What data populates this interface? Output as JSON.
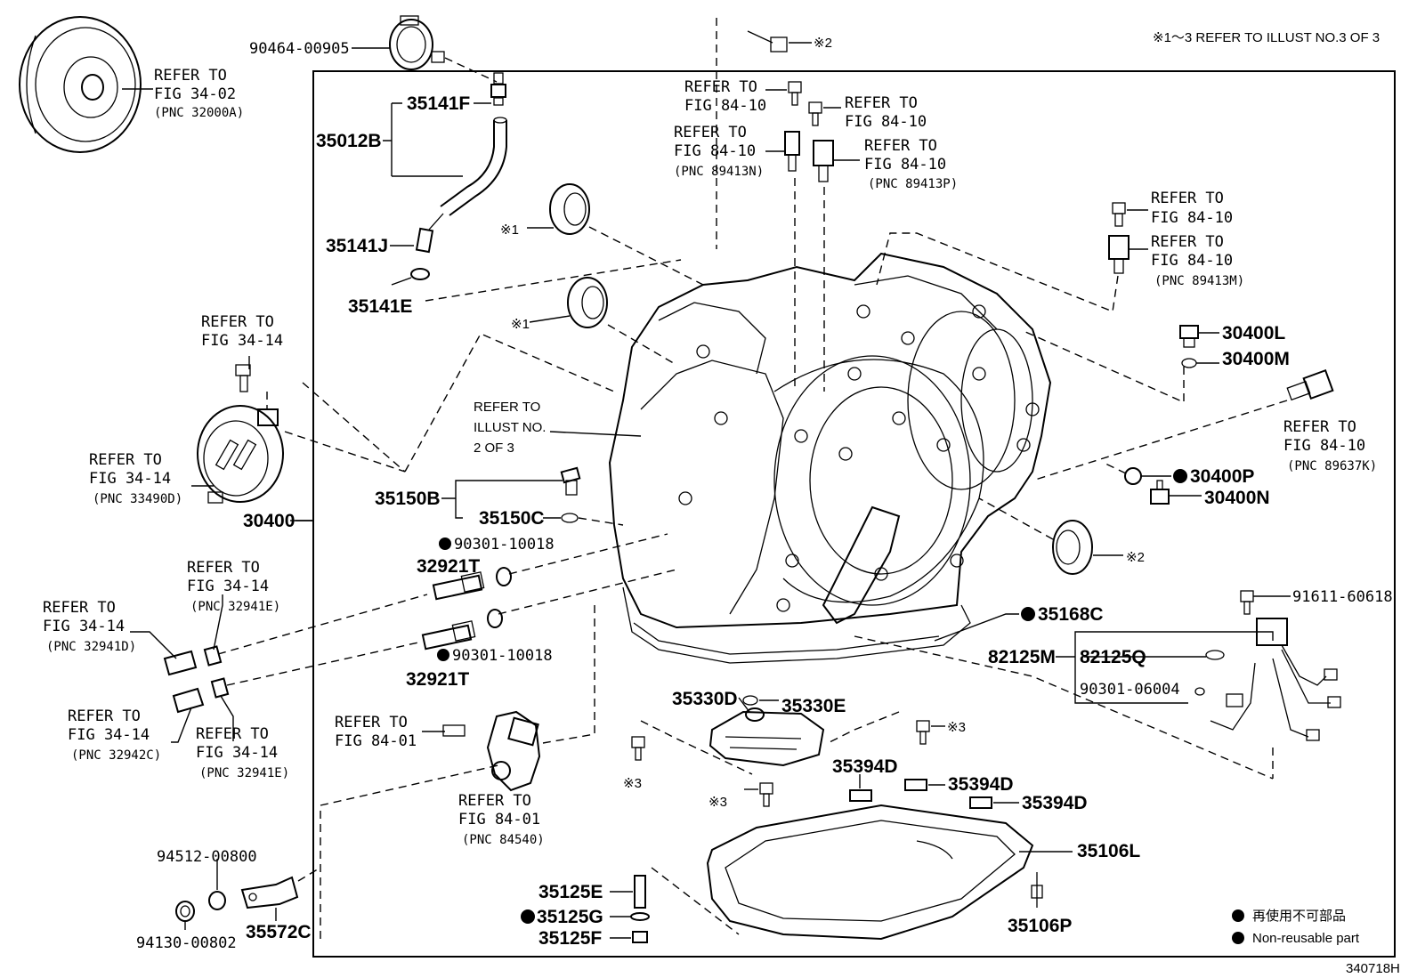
{
  "header_note": "※1～3 REFER TO ILLUST NO.3 OF 3",
  "illustration_code": "340718H",
  "legend": {
    "jp": "再使用不可部品",
    "en": "Non-reusable part"
  },
  "refs": {
    "r1": [
      "REFER TO",
      "FIG 34-02",
      "(PNC 32000A)"
    ],
    "r2": [
      "REFER TO",
      "FIG 84-10"
    ],
    "r3": [
      "REFER TO",
      "FIG 84-10"
    ],
    "r4": [
      "REFER TO",
      "FIG 84-10",
      "(PNC 89413N)"
    ],
    "r5": [
      "REFER TO",
      "FIG 84-10",
      "(PNC 89413P)"
    ],
    "r6": [
      "REFER TO",
      "FIG 84-10"
    ],
    "r7": [
      "REFER TO",
      "FIG 84-10",
      "(PNC 89413M)"
    ],
    "r8": [
      "REFER TO",
      "FIG 34-14"
    ],
    "r9": [
      "REFER TO",
      "FIG 34-14",
      "(PNC 33490D)"
    ],
    "r10": [
      "REFER TO",
      "ILLUST NO.",
      "2 OF 3"
    ],
    "r11": [
      "REFER TO",
      "FIG 84-10",
      "(PNC 89637K)"
    ],
    "r12": [
      "REFER TO",
      "FIG 34-14",
      "(PNC 32941E)"
    ],
    "r13": [
      "REFER TO",
      "FIG 34-14",
      "(PNC 32941D)"
    ],
    "r14": [
      "REFER TO",
      "FIG 34-14",
      "(PNC 32942C)"
    ],
    "r15": [
      "REFER TO",
      "FIG 34-14",
      "(PNC 32941E)"
    ],
    "r16": [
      "REFER TO",
      "FIG 84-01"
    ],
    "r17": [
      "REFER TO",
      "FIG 84-01",
      "(PNC 84540)"
    ]
  },
  "parts": {
    "p90464": "90464-00905",
    "p35141F": "35141F",
    "p35012B": "35012B",
    "p35141J": "35141J",
    "p35141E": "35141E",
    "p30400": "30400",
    "p35150B": "35150B",
    "p35150C": "35150C",
    "p90301a": "90301-10018",
    "p32921Ta": "32921T",
    "p90301b": "90301-10018",
    "p32921Tb": "32921T",
    "p30400L": "30400L",
    "p30400M": "30400M",
    "p30400P": "30400P",
    "p30400N": "30400N",
    "p91611": "91611-60618",
    "p35168C": "35168C",
    "p82125M": "82125M",
    "p82125Q": "82125Q",
    "p90301c": "90301-06004",
    "p35330D": "35330D",
    "p35330E": "35330E",
    "p35394Da": "35394D",
    "p35394Db": "35394D",
    "p35394Dc": "35394D",
    "p35106L": "35106L",
    "p35106P": "35106P",
    "p35125E": "35125E",
    "p35125G": "35125G",
    "p35125F": "35125F",
    "p94512": "94512-00800",
    "p94130": "94130-00802",
    "p35572C": "35572C"
  },
  "marks": {
    "m2a": "※2",
    "m1a": "※1",
    "m1b": "※1",
    "m2b": "※2",
    "m3a": "※3",
    "m3b": "※3",
    "m3c": "※3"
  }
}
